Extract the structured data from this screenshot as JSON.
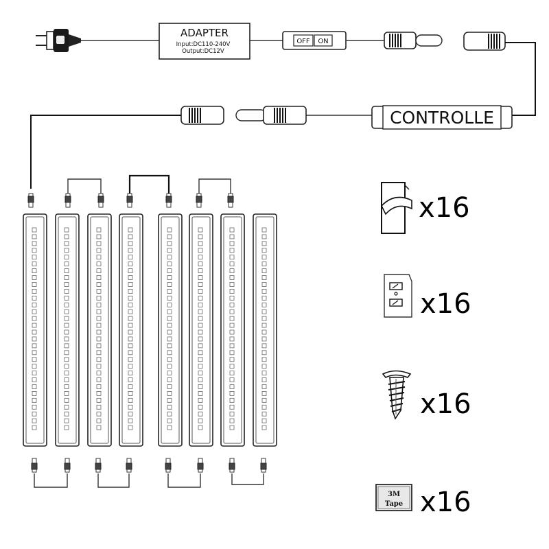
{
  "adapter": {
    "title": "ADAPTER",
    "input": "Input:DC110-240V",
    "output": "Output:DC12V"
  },
  "switch": {
    "off": "OFF",
    "on": "ON"
  },
  "controller": {
    "label": "CONTROLLE"
  },
  "accessories": [
    {
      "icon": "mounting-clip-icon",
      "quantity": "x16"
    },
    {
      "icon": "mounting-bracket-icon",
      "quantity": "x16"
    },
    {
      "icon": "screw-anchor-icon",
      "quantity": "x16"
    },
    {
      "icon": "3m-tape-icon",
      "quantity": "x16",
      "label_line1": "3M",
      "label_line2": "Tape"
    }
  ],
  "light_bars": {
    "count": 8,
    "leds_per_bar": 30
  }
}
